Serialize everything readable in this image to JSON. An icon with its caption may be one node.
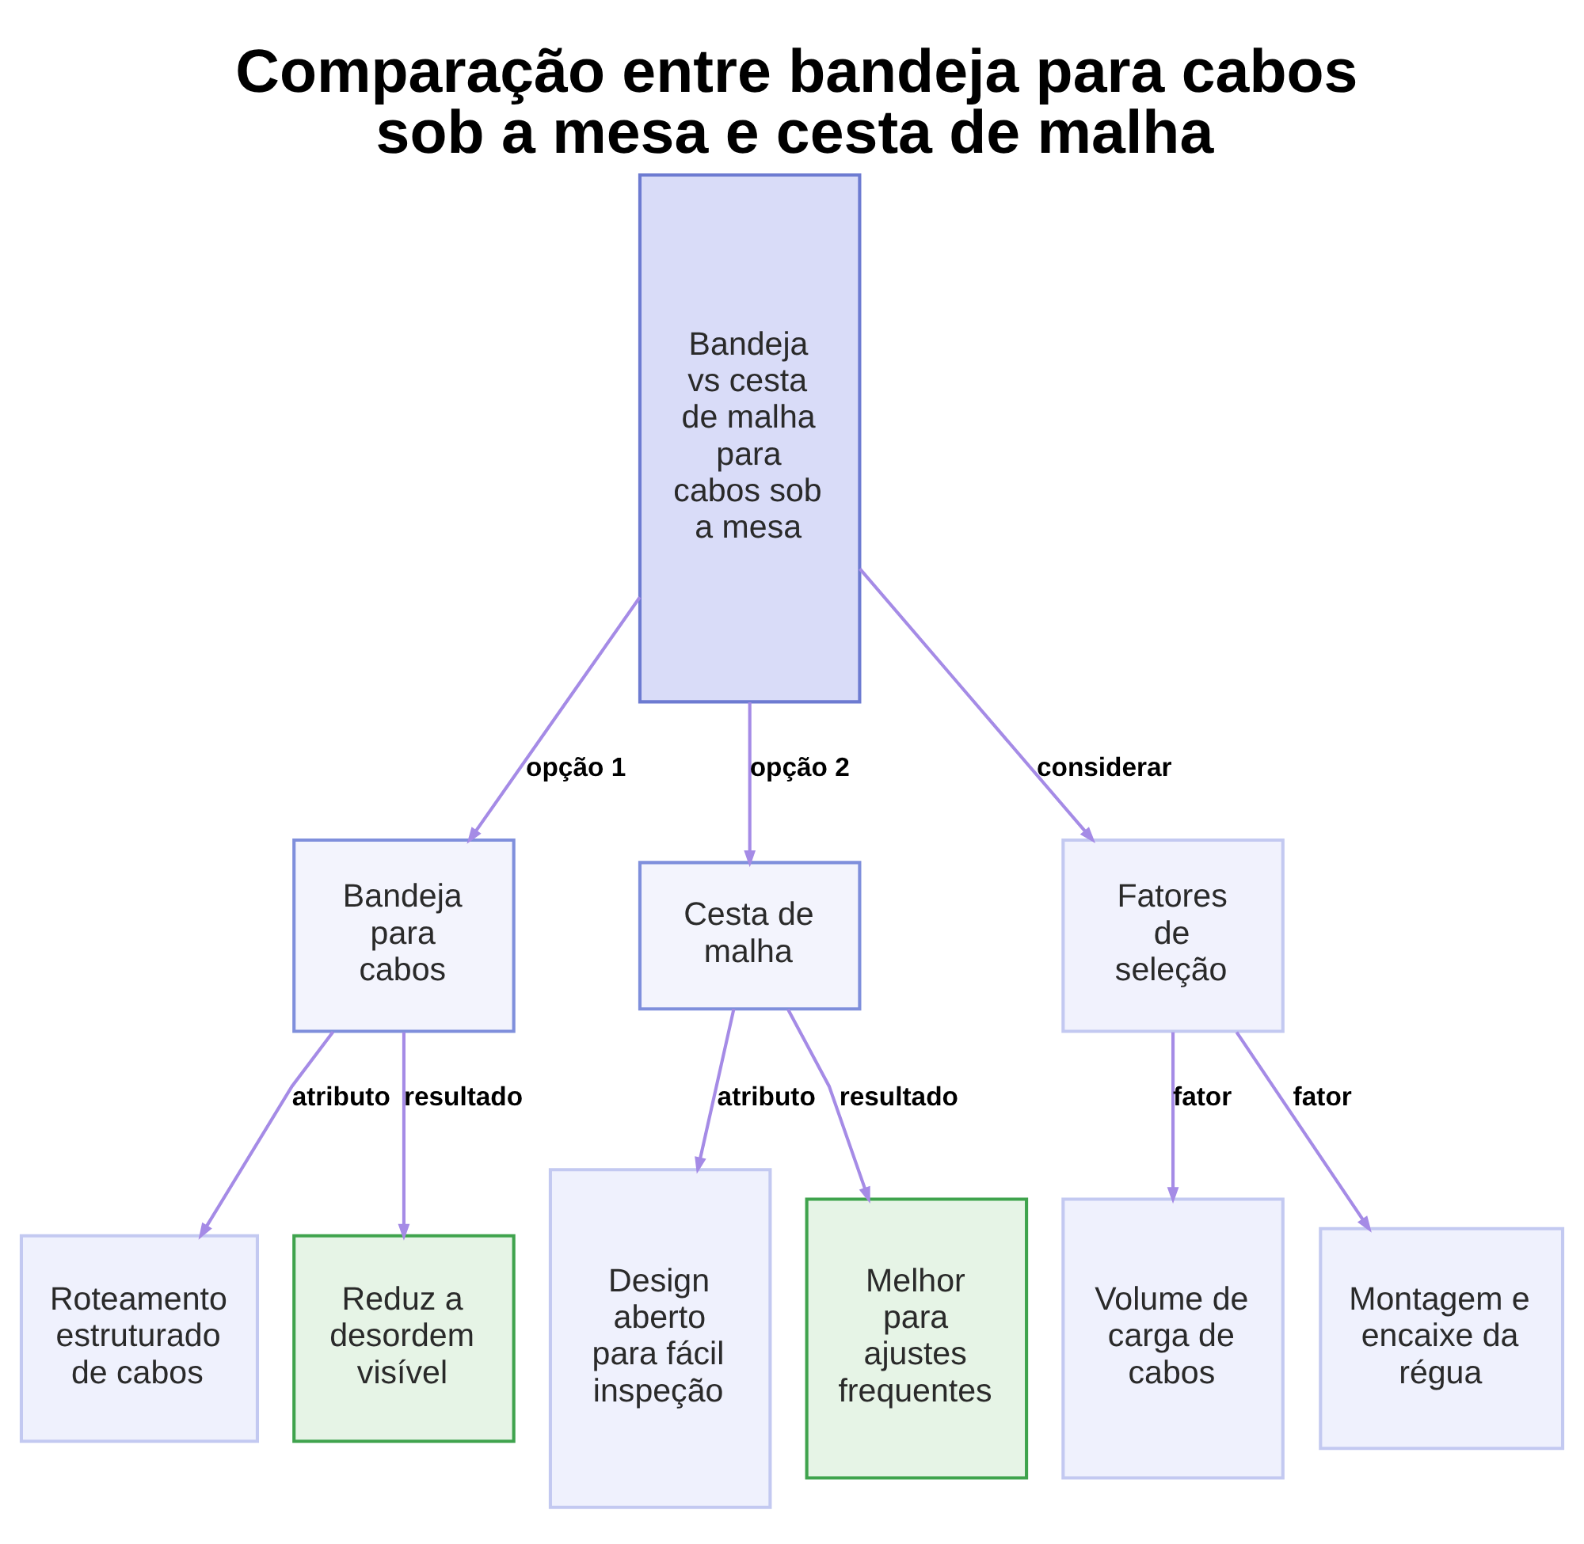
{
  "diagram": {
    "title": "Comparação entre bandeja para cabos sob a mesa e cesta de malha",
    "nodes": [
      {
        "text": [
          "Bandeja vs cesta de malha para cabos sob a mesa"
        ]
      },
      {
        "text": [
          "Bandeja para cabos"
        ]
      },
      {
        "text": [
          "Cesta de malha"
        ]
      },
      {
        "text": [
          "Fatores de seleção"
        ]
      },
      {
        "text": [
          "Roteamento estruturado de cabos"
        ]
      },
      {
        "text": [
          "Reduz a desordem visível"
        ]
      },
      {
        "text": [
          "Design aberto para fácil inspeção"
        ]
      },
      {
        "text": [
          "Melhor para ajustes frequentes"
        ]
      },
      {
        "text": [
          "Volume de carga de cabos"
        ]
      },
      {
        "text": [
          "Montagem e encaixe da régua"
        ]
      }
    ],
    "edges": [
      {
        "from": 0,
        "to": 1,
        "arrow": "to",
        "label": "opção 1"
      },
      {
        "from": 0,
        "to": 2,
        "arrow": "to",
        "label": "opção 2"
      },
      {
        "from": 0,
        "to": 3,
        "arrow": "to",
        "label": "considerar"
      },
      {
        "from": 1,
        "to": 4,
        "arrow": "to",
        "label": "atributo"
      },
      {
        "from": 1,
        "to": 5,
        "arrow": "to",
        "label": "resultado"
      },
      {
        "from": 2,
        "to": 6,
        "arrow": "to",
        "label": "atributo"
      },
      {
        "from": 2,
        "to": 7,
        "arrow": "to",
        "label": "resultado"
      },
      {
        "from": 3,
        "to": 8,
        "arrow": "to",
        "label": "fator"
      },
      {
        "from": 3,
        "to": 9,
        "arrow": "to",
        "label": "fator"
      }
    ]
  }
}
